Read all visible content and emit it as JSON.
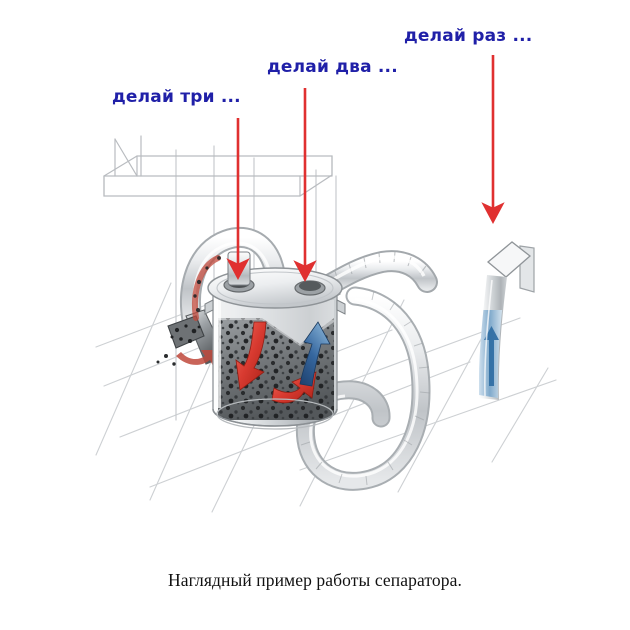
{
  "image": {
    "kind": "illustration",
    "subject": "central vacuum separator working principle",
    "background_color": "#ffffff"
  },
  "labels": [
    {
      "id": "raz",
      "text": "делай раз ...",
      "color": "#2020a8",
      "meaning": "step-one-wall-inlet"
    },
    {
      "id": "dva",
      "text": "делай два ...",
      "color": "#2020a8",
      "meaning": "step-two-separator-inlet-port"
    },
    {
      "id": "tri",
      "text": "делай три ...",
      "color": "#2020a8",
      "meaning": "step-three-vacuum-hose-outlet"
    }
  ],
  "pointers": [
    {
      "id": "pointer-raz",
      "color": "#e03030",
      "target": "wall-inlet-valve"
    },
    {
      "id": "pointer-dva",
      "color": "#e03030",
      "target": "separator-lid-port-right"
    },
    {
      "id": "pointer-tri",
      "color": "#e03030",
      "target": "separator-lid-port-left"
    }
  ],
  "caption": {
    "text": "Наглядный пример работы сепаратора.",
    "color": "#111111"
  },
  "flow_arrows": [
    {
      "id": "dirty-air-in",
      "color": "#d83a30",
      "direction": "down",
      "meaning": "dirty-air-entering-separator"
    },
    {
      "id": "dirt-settling",
      "color": "#d83a30",
      "direction": "down-curve",
      "meaning": "debris-falling-to-bottom"
    },
    {
      "id": "clean-air-out",
      "color": "#2e5f97",
      "direction": "up",
      "meaning": "clean-air-leaving-separator"
    },
    {
      "id": "wall-pipe-flow",
      "color": "#4a7fb5",
      "direction": "up",
      "meaning": "air-drawn-into-wall-pipe"
    }
  ],
  "palette": {
    "label_blue": "#2020a8",
    "pointer_red": "#e03030",
    "arrow_red": "#d83a30",
    "arrow_blue": "#2e5f97",
    "line_gray": "#b9bcc0",
    "metal_light": "#e9ebec",
    "metal_mid": "#c6cacd",
    "metal_dark": "#8d9296",
    "debris_dark": "#2f3133"
  }
}
